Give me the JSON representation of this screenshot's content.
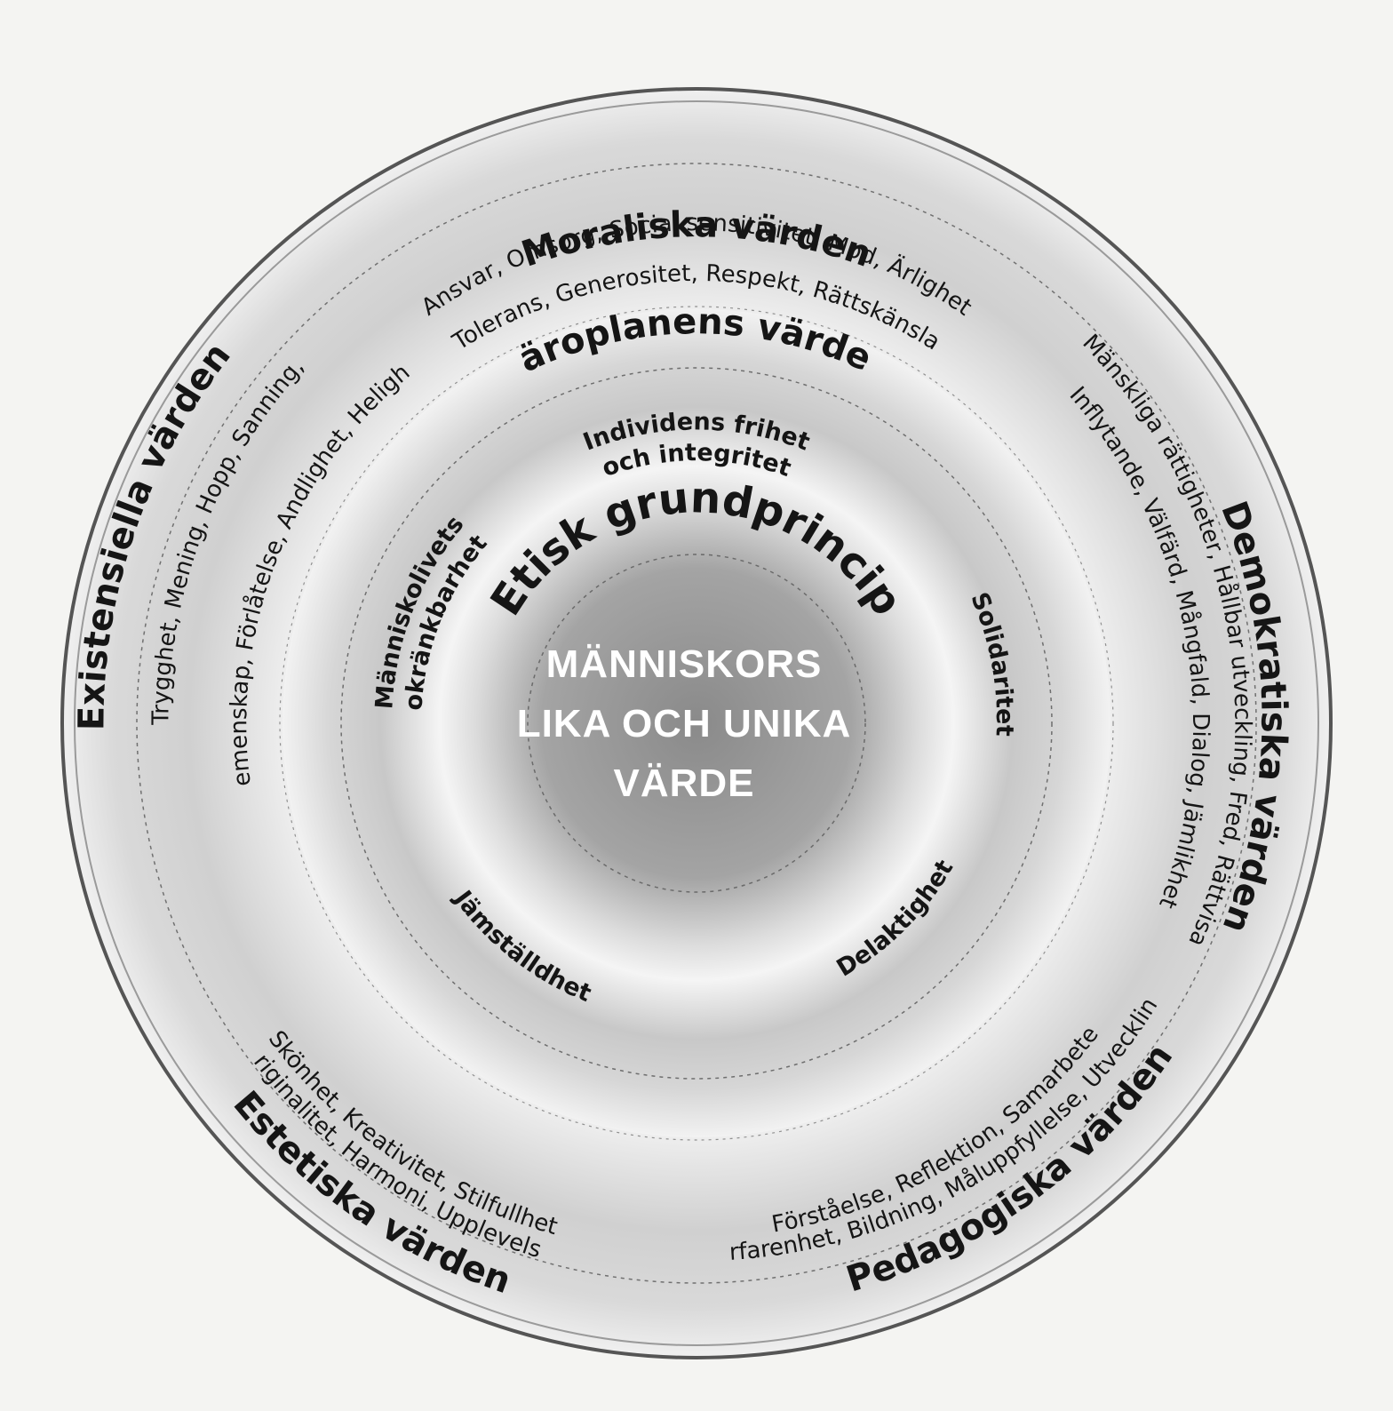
{
  "outer_ring": {
    "sectors": [
      {
        "id": "moral",
        "title": "Moraliska värden",
        "lines": [
          "Ansvar, Omsorg, Social sensitivitet, Mod, Ärlighet",
          "Tolerans, Generositet, Respekt, Rättskänsla"
        ]
      },
      {
        "id": "democratic",
        "title": "Demokratiska värden",
        "lines": [
          "Mänskliga rättigheter, Hållbar utveckling, Fred, Rättvisa",
          "Inflytande, Välfärd, Mångfald, Dialog, Jämlikhet"
        ]
      },
      {
        "id": "pedagogical",
        "title": "Pedagogiska värden",
        "lines": [
          "Förståelse, Reflektion, Samarbete",
          "Erfarenhet, Bildning, Måluppfyllelse, Utveckling"
        ]
      },
      {
        "id": "aesthetic",
        "title": "Estetiska värden",
        "lines": [
          "Skönhet, Kreativitet, Stilfullhet",
          "Originalitet, Harmoni, Upplevelse"
        ]
      },
      {
        "id": "existential",
        "title": "Existensiella värden",
        "lines": [
          "Trygghet, Mening, Hopp, Sanning,",
          "Gemenskap, Förlåtelse, Andlighet, Helighet"
        ]
      }
    ]
  },
  "middle_ring": {
    "title": "Läroplanens värden",
    "values": {
      "top": [
        "Individens frihet",
        "och integritet"
      ],
      "left": [
        "Människolivets",
        "okränkbarhet"
      ],
      "right": "Solidaritet",
      "bottom_left": "Jämställdhet",
      "bottom_right": "Delaktighet"
    }
  },
  "core": {
    "title": "Etisk grundprincip",
    "center_lines": [
      "MÄNNISKORS",
      "LIKA OCH UNIKA",
      "VÄRDE"
    ]
  },
  "colors": {
    "background": "#f4f4f2",
    "outer_circle_stroke": "#555555",
    "ring_gray": "#d2d2d2",
    "ring_light": "#f2f2f2",
    "center_gray": "#8f8f8f",
    "text": "#151515",
    "center_text": "#ffffff"
  }
}
